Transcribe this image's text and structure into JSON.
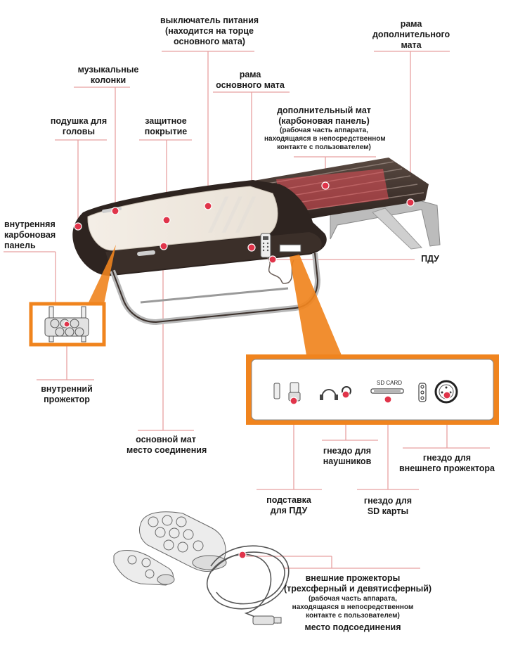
{
  "labels": {
    "power_switch": [
      "выключатель питания",
      "(находится на торце",
      "основного мата)"
    ],
    "extra_frame": [
      "рама",
      "дополнительного",
      "мата"
    ],
    "speakers": [
      "музыкальные",
      "колонки"
    ],
    "main_frame": [
      "рама",
      "основного мата"
    ],
    "head_pillow": [
      "подушка для",
      "головы"
    ],
    "protective_cover": [
      "защитное",
      "покрытие"
    ],
    "extra_mat": [
      "дополнительный мат",
      "(карбоновая панель)"
    ],
    "extra_mat_note": [
      "(рабочая часть аппарата,",
      "находящаяся в непосредственном",
      "контакте с пользователем)"
    ],
    "inner_panel": [
      "внутренняя",
      "карбоновая",
      "панель"
    ],
    "remote": "ПДУ",
    "inner_projector": [
      "внутренний",
      "прожектор"
    ],
    "main_mat_joint": [
      "основной мат",
      "место соединения"
    ],
    "headphone_jack": [
      "гнездо для",
      "наушников"
    ],
    "external_projector_jack": [
      "гнездо для",
      "внешнего прожектора"
    ],
    "remote_stand": [
      "подставка",
      "для ПДУ"
    ],
    "sd_slot": [
      "гнездо для",
      "SD карты"
    ],
    "external_projectors": [
      "внешние прожекторы",
      "(трехсферный и девятисферный)"
    ],
    "external_projectors_note": [
      "(рабочая часть аппарата,",
      "находящаяся в непосредственном",
      "контакте с пользователем)"
    ],
    "connection_place": "место подсоединения"
  },
  "panel": {
    "sd_card_text": "SD CARD"
  },
  "colors": {
    "accent": "#f0841e",
    "leader": "#e8a0a0",
    "dot": "#e0344a",
    "frame": "#3a2a22"
  },
  "icons": [
    "remote-stand-icon",
    "headphones-icon",
    "headphone-jack-icon",
    "sd-card-slot-icon",
    "button-cluster-icon",
    "projector-socket-icon"
  ]
}
